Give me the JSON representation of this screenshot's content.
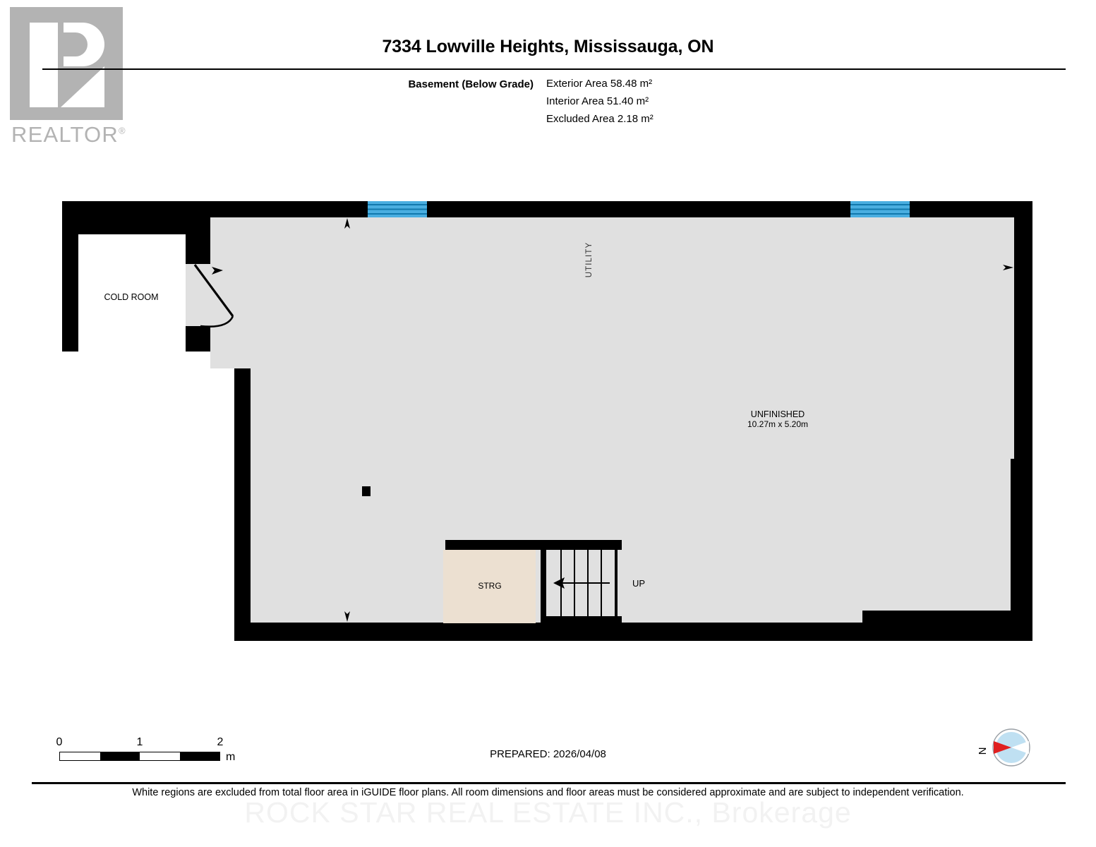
{
  "logo": {
    "name": "realtor-logo",
    "text": "REALTOR",
    "registered": "®"
  },
  "header": {
    "title": "7334 Lowville Heights, Mississauga, ON",
    "level_label": "Basement (Below Grade)",
    "areas": [
      "Exterior Area 58.48 m²",
      "Interior Area 51.40 m²",
      "Excluded Area 2.18 m²"
    ]
  },
  "floorplan": {
    "rooms": [
      {
        "name": "cold-room",
        "label": "COLD ROOM",
        "fill": "#ffffff",
        "excluded": true
      },
      {
        "name": "utility",
        "label": "UTILITY",
        "fill": "#e0e0e0",
        "rotated": true
      },
      {
        "name": "unfinished",
        "label": "UNFINISHED",
        "dimensions": "10.27m x 5.20m",
        "fill": "#e0e0e0"
      },
      {
        "name": "storage",
        "label": "STRG",
        "fill": "#ece0d1"
      }
    ],
    "stairs": {
      "label": "UP",
      "direction": "left"
    },
    "windows": [
      {
        "name": "window-top-left",
        "color": "#4aaee0"
      },
      {
        "name": "window-top-right",
        "color": "#4aaee0"
      }
    ],
    "colors": {
      "wall": "#000000",
      "interior": "#e0e0e0",
      "excluded": "#ffffff",
      "storage": "#ece0d1",
      "window": "#4aaee0"
    }
  },
  "footer": {
    "scale": {
      "ticks": [
        "0",
        "1",
        "2"
      ],
      "unit": "m"
    },
    "prepared": "PREPARED: 2026/04/08",
    "compass_label": "N",
    "compass_colors": {
      "disc": "#bfe0f2",
      "needle": "#e02020",
      "ring": "#9aa0a6"
    },
    "disclaimer": "White regions are excluded from total floor area in iGUIDE floor plans. All room dimensions and floor areas must be considered approximate and are subject to independent verification.",
    "watermark": "ROCK STAR REAL ESTATE INC., Brokerage"
  }
}
